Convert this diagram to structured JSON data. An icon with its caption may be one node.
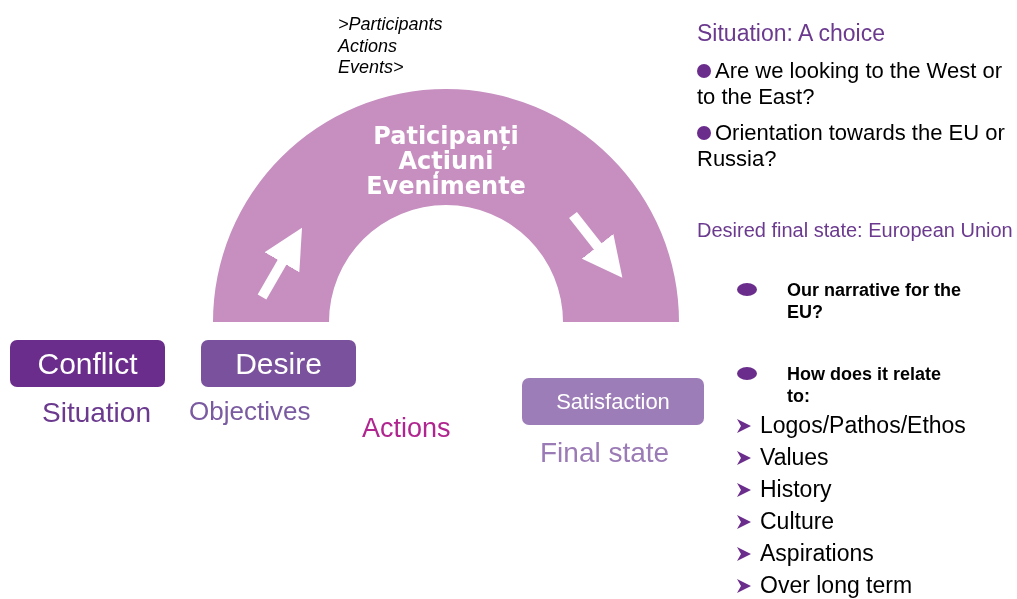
{
  "diagram": {
    "nodes": [
      {
        "text": [
          "Conflict"
        ],
        "beside": [
          "Situation"
        ]
      },
      {
        "text": [
          "Desire"
        ],
        "beside": [
          "Objectives"
        ]
      },
      {
        "text": [
          "Paticipanți Acțiuni Evenimente"
        ]
      },
      {
        "text": [
          "Satisfaction"
        ],
        "beside": [
          "Final state"
        ]
      }
    ],
    "labels": [
      ">Participants Actions Events>",
      "Situation: A choice",
      "Are we looking to the West or to the East?",
      "Orientation towards the EU or Russia?",
      "Desired final state: European Union",
      "Our narrative for the EU?",
      "How does it relate to:",
      "Logos/Pathos/Ethos",
      "Values",
      "History",
      "Culture",
      "Aspirations",
      "Over long term",
      "Actions"
    ]
  }
}
